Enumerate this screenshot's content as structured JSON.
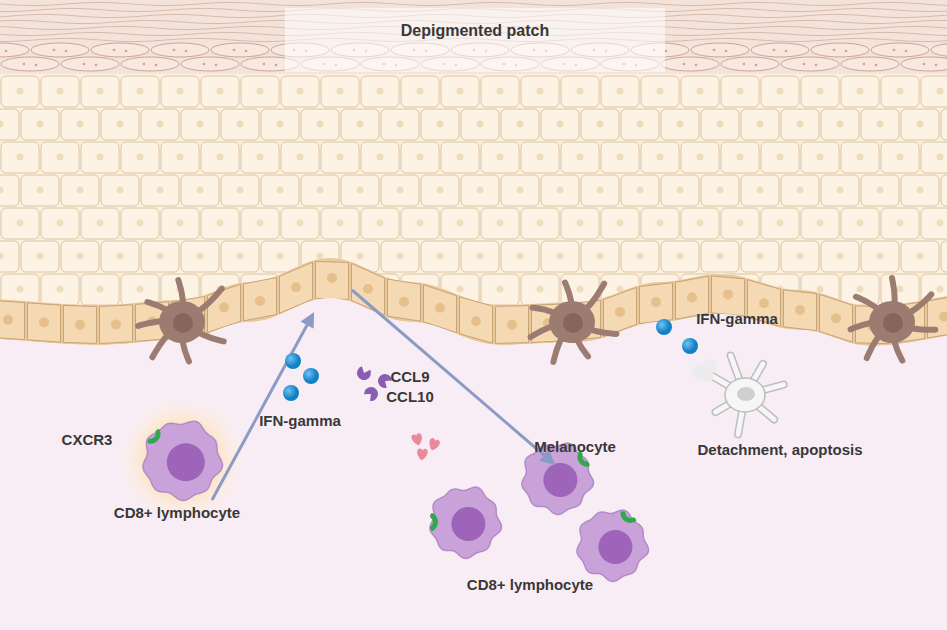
{
  "diagram": {
    "nodes": [
      {
        "text": [
          "Depigmented patch"
        ]
      },
      {
        "text": [
          "CXCR3",
          "CD8+ lymphocyte"
        ]
      },
      {
        "text": [
          "Melanocyte"
        ]
      },
      {
        "text": [
          "Detachment, apoptosis"
        ]
      },
      {
        "text": [
          "CD8+ lymphocyte"
        ]
      }
    ],
    "labels": [
      "IFN-gamma",
      "CCL9",
      "CCL10",
      "IFN-gamma"
    ]
  }
}
